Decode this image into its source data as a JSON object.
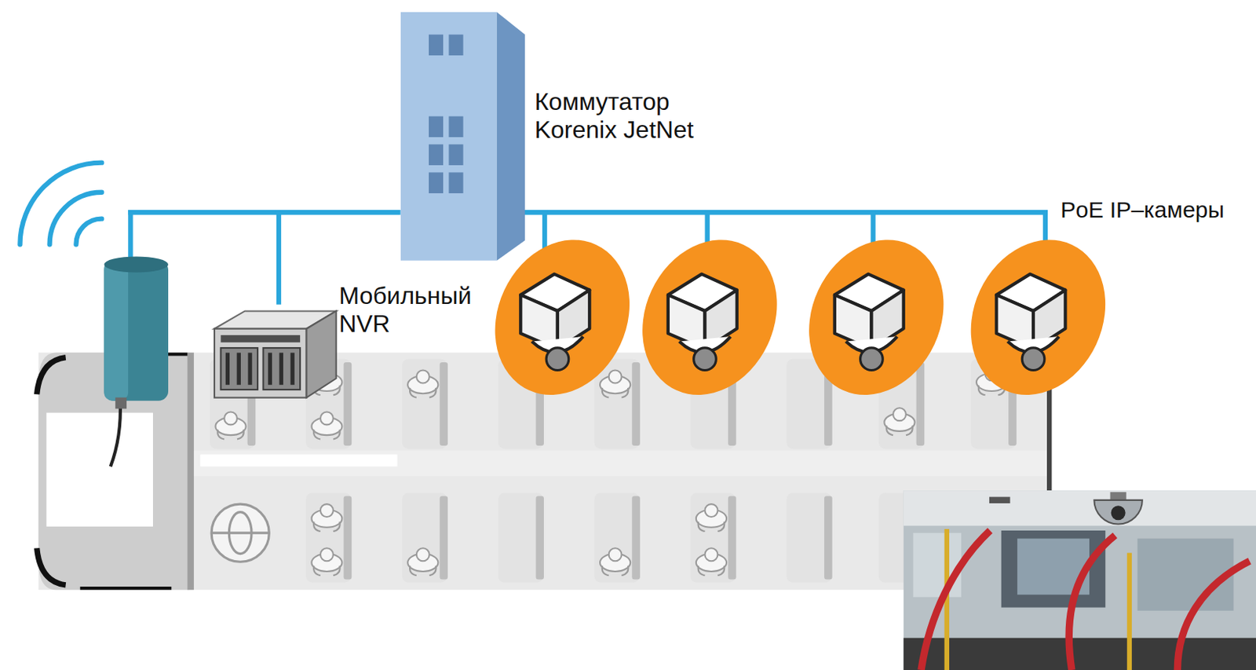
{
  "diagram": {
    "nodes": [
      {
        "text": [
          "Коммутатор Korenix JetNet"
        ]
      },
      {
        "text": [
          "Мобильный NVR"
        ]
      }
    ],
    "edges": [
      {
        "from": 0,
        "to": 1,
        "arrow": "none"
      }
    ],
    "labels": [
      "PoE IP–камеры"
    ]
  }
}
